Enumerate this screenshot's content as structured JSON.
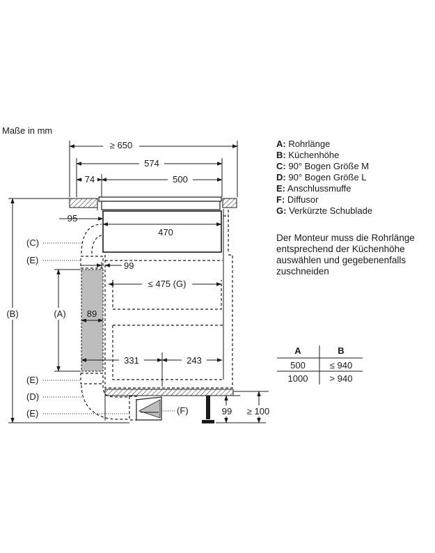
{
  "units_caption": "Maße in mm",
  "legend": [
    {
      "key": "A",
      "text": "Rohrlänge"
    },
    {
      "key": "B",
      "text": "Küchenhöhe"
    },
    {
      "key": "C",
      "text": "90° Bogen Größe M"
    },
    {
      "key": "D",
      "text": "90° Bogen Größe L"
    },
    {
      "key": "E",
      "text": "Anschlussmuffe"
    },
    {
      "key": "F",
      "text": "Diffusor"
    },
    {
      "key": "G",
      "text": "Verkürzte Schublade"
    }
  ],
  "note": "Der Monteur muss die Rohrlänge entsprechend der Küchenhöhe auswählen und gegebenenfalls zuschneiden",
  "dimensions": {
    "d650": "≥ 650",
    "d574": "574",
    "d74": "74",
    "d500": "500",
    "d95": "95",
    "d470": "470",
    "d99_top": "99",
    "d475": "≤ 475 (G)",
    "d89": "89",
    "d331": "331",
    "d243": "243",
    "d99_bottom": "99",
    "d100": "≥ 100"
  },
  "labels": {
    "B": "(B)",
    "A": "(A)",
    "C": "(C)",
    "E1": "(E)",
    "E2": "(E)",
    "D": "(D)",
    "E3": "(E)",
    "F": "(F)"
  },
  "table": {
    "headers": [
      "A",
      "B"
    ],
    "rows": [
      [
        "500",
        "≤ 940"
      ],
      [
        "1000",
        "> 940"
      ]
    ]
  }
}
